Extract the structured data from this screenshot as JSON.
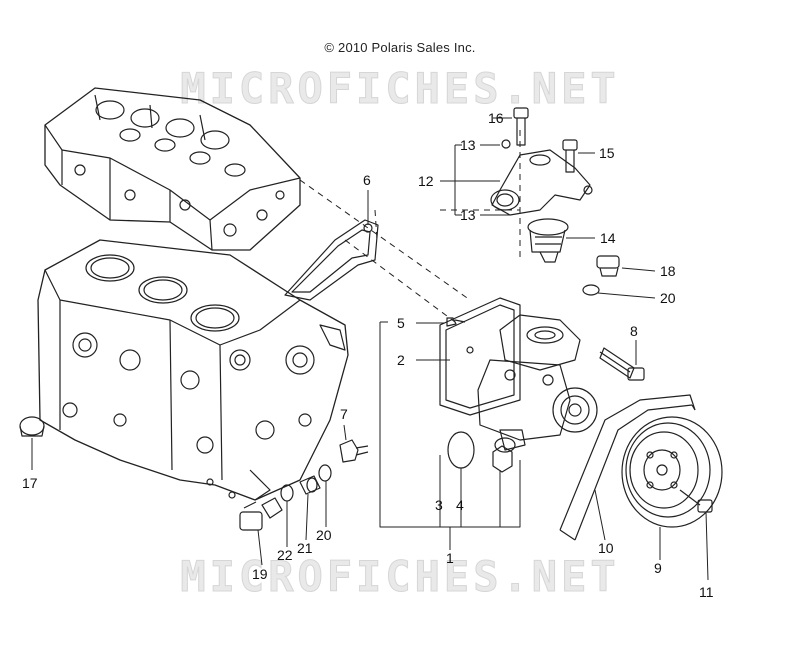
{
  "copyright": "© 2010 Polaris Sales Inc.",
  "watermark": "MICROFICHES.NET",
  "callouts": {
    "c1": "1",
    "c2": "2",
    "c3": "3",
    "c4": "4",
    "c5": "5",
    "c6": "6",
    "c7": "7",
    "c8": "8",
    "c9": "9",
    "c10": "10",
    "c11": "11",
    "c12": "12",
    "c13a": "13",
    "c13b": "13",
    "c14": "14",
    "c15": "15",
    "c16": "16",
    "c17": "17",
    "c18": "18",
    "c20a": "20",
    "c20b": "20",
    "c21": "21",
    "c22": "22",
    "c19": "19"
  }
}
